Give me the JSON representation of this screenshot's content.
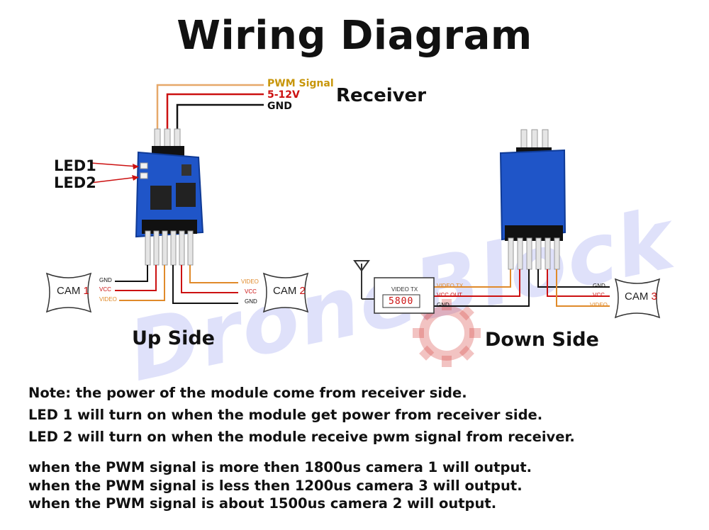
{
  "title": "Wiring Diagram",
  "receiver": {
    "label": "Receiver",
    "wires": [
      {
        "label": "PWM Signal",
        "color": "#c8960a"
      },
      {
        "label": "5-12V",
        "color": "#cc1111"
      },
      {
        "label": "GND",
        "color": "#111111"
      }
    ]
  },
  "leds": {
    "led1": "LED1",
    "led2": "LED2"
  },
  "up_side": {
    "label": "Up Side",
    "cam1": {
      "label": "CAM",
      "number": "1"
    },
    "cam2": {
      "label": "CAM",
      "number": "2"
    },
    "left_wires": [
      "GND",
      "VCC",
      "VIDEO"
    ],
    "right_wires": [
      "VIDEO",
      "VCC",
      "GND"
    ]
  },
  "down_side": {
    "label": "Down Side",
    "vtx": {
      "label": "VIDEO TX",
      "display": "5800"
    },
    "left_wires": [
      "VIDEO TX",
      "VCC OUT",
      "GND"
    ],
    "right_wires": [
      "GND",
      "VCC",
      "VIDEO"
    ],
    "cam3": {
      "label": "CAM",
      "number": "3"
    }
  },
  "watermark": "DroneBlock",
  "notes": [
    "Note: the power of the module come from receiver side.",
    "LED 1 will turn on when the module get power from  receiver side.",
    "LED 2 will turn on when the module receive pwm signal from receiver."
  ],
  "rules": [
    "when the PWM signal is more then 1800us camera 1 will output.",
    "when the PWM signal is less then 1200us camera 3 will output.",
    "when the PWM signal is about 1500us camera 2 will output."
  ],
  "colors": {
    "board_blue": "#1f55c8",
    "video": "#e08a2a",
    "vcc": "#cc1111",
    "gnd": "#111111",
    "pwm": "#c8960a",
    "watermark": "#6e78e6",
    "gear": "#d9534f"
  }
}
